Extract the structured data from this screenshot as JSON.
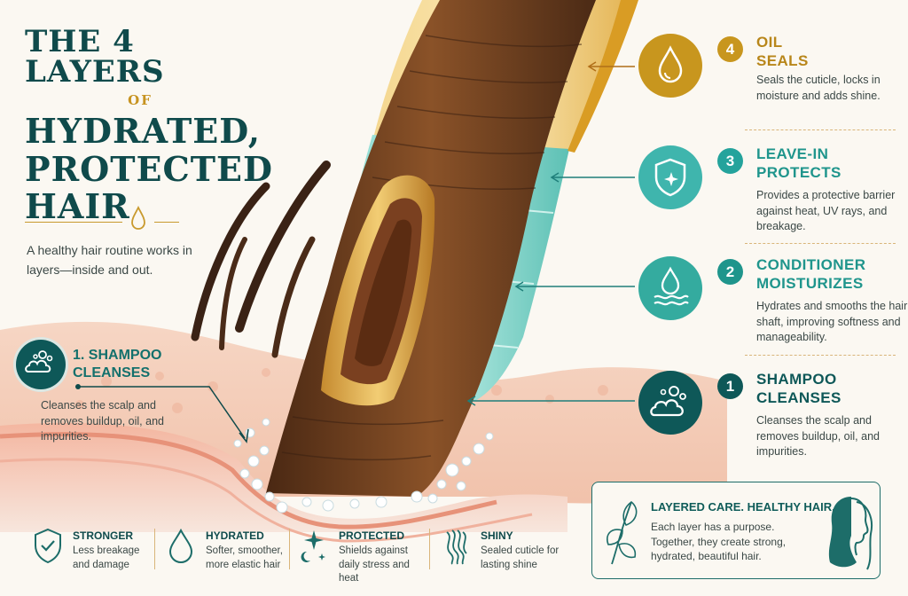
{
  "title": {
    "line1": "THE 4 LAYERS",
    "line2": "OF",
    "line3": "HYDRATED,",
    "line4": "PROTECTED",
    "line5": "HAIR"
  },
  "intro": "A healthy hair routine works in layers—inside and out.",
  "left_callout": {
    "title_line1": "1. SHAMPOO",
    "title_line2": "CLEANSES",
    "body": "Cleanses the scalp and removes buildup, oil, and impurities.",
    "icon": "bubbles-cloud-icon"
  },
  "layers": [
    {
      "number": "4",
      "title_line1": "OIL",
      "title_line2": "SEALS",
      "body": "Seals the cuticle, locks in moisture and adds shine.",
      "icon": "oil-drop-icon",
      "color": "#c8961e"
    },
    {
      "number": "3",
      "title_line1": "LEAVE-IN",
      "title_line2": "PROTECTS",
      "body": "Provides a protective barrier against heat, UV rays, and breakage.",
      "icon": "shield-sparkle-icon",
      "color": "#24a39c"
    },
    {
      "number": "2",
      "title_line1": "CONDITIONER",
      "title_line2": "MOISTURIZES",
      "body": "Hydrates and smooths the hair shaft, improving softness and manageability.",
      "icon": "water-drop-waves-icon",
      "color": "#1f958c"
    },
    {
      "number": "1",
      "title_line1": "SHAMPOO",
      "title_line2": "CLEANSES",
      "body": "Cleanses the scalp and removes buildup, oil, and impurities.",
      "icon": "bubbles-cloud-icon",
      "color": "#0e5858"
    }
  ],
  "benefits": [
    {
      "title": "STRONGER",
      "desc": "Less breakage and damage",
      "icon": "shield-check-icon"
    },
    {
      "title": "HYDRATED",
      "desc": "Softer, smoother, more elastic hair",
      "icon": "drop-outline-icon"
    },
    {
      "title": "PROTECTED",
      "desc": "Shields against daily stress and heat",
      "icon": "sparkle-moon-icon"
    },
    {
      "title": "SHINY",
      "desc": "Sealed cuticle for lasting shine",
      "icon": "hair-waves-icon"
    }
  ],
  "care_box": {
    "title": "LAYERED CARE. HEALTHY HAIR.",
    "body": "Each layer has a purpose. Together, they create strong, hydrated, beautiful hair."
  },
  "colors": {
    "teal_dark": "#0f4a4b",
    "teal": "#13706c",
    "gold": "#c8961e",
    "background": "#fbf8f2"
  }
}
